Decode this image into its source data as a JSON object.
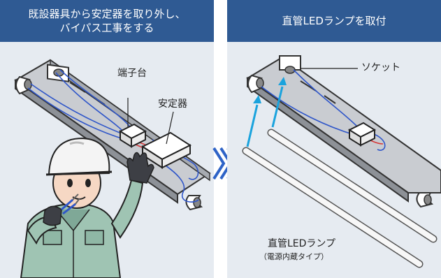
{
  "left_panel": {
    "title_line1": "既設器具から安定器を取り外し、",
    "title_line2": "バイパス工事をする",
    "label_terminal": "端子台",
    "label_ballast": "安定器"
  },
  "right_panel": {
    "title": "直管LEDランプを取付",
    "label_socket": "ソケット",
    "label_lamp": "直管LEDランプ",
    "label_lamp_sub": "（電源内蔵タイプ）"
  },
  "colors": {
    "header": "#2f5a93",
    "panel_bg": "#e6ebf1",
    "wire_blue": "#2f56c9",
    "wire_red": "#d63b3b",
    "arrow_cyan": "#1aa3dd",
    "chevron": "#2e63c7",
    "helmet": "#f4f4f4",
    "uniform": "#9fc4b3"
  }
}
